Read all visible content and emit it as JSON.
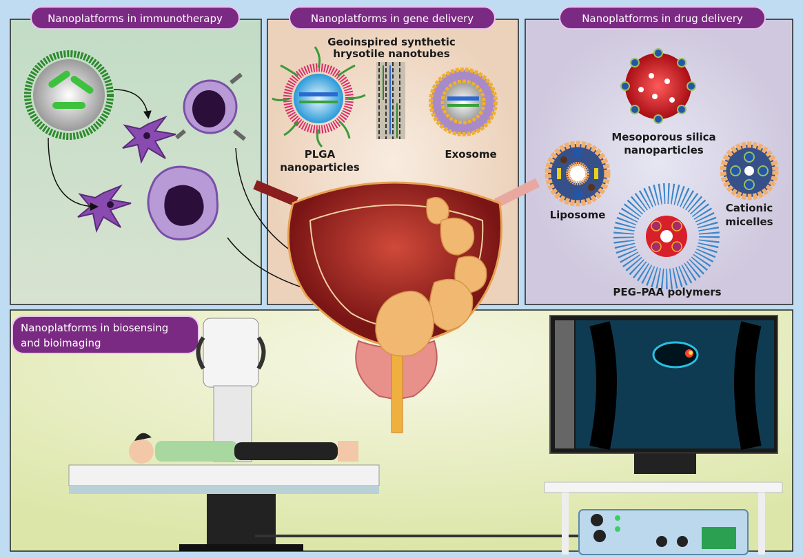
{
  "panels": {
    "immunotherapy": {
      "title": "Nanoplatforms in immunotherapy"
    },
    "gene_delivery": {
      "title": "Nanoplatforms in gene delivery",
      "nanotubes_line1": "Geoinspired synthetic",
      "nanotubes_line2": "hrysotile nanotubes",
      "plga_line1": "PLGA",
      "plga_line2": "nanoparticles",
      "exosome": "Exosome"
    },
    "drug_delivery": {
      "title": "Nanoplatforms in drug delivery",
      "mesoporous_line1": "Mesoporous silica",
      "mesoporous_line2": "nanoparticles",
      "liposome": "Liposome",
      "cationic_line1": "Cationic",
      "cationic_line2": "micelles",
      "peg": "PEG–PAA polymers"
    },
    "biosensing": {
      "title_line1": "Nanoplatforms in biosensing",
      "title_line2": "and bioimaging"
    }
  },
  "colors": {
    "background": "#bfdcf2",
    "pill": "#7b2a83",
    "immuno_panel": "#c9ddc9",
    "gene_panel": "#f0dcc6",
    "drug_panel": "#d9d5e6",
    "bio_panel": "#e6ebbf"
  }
}
